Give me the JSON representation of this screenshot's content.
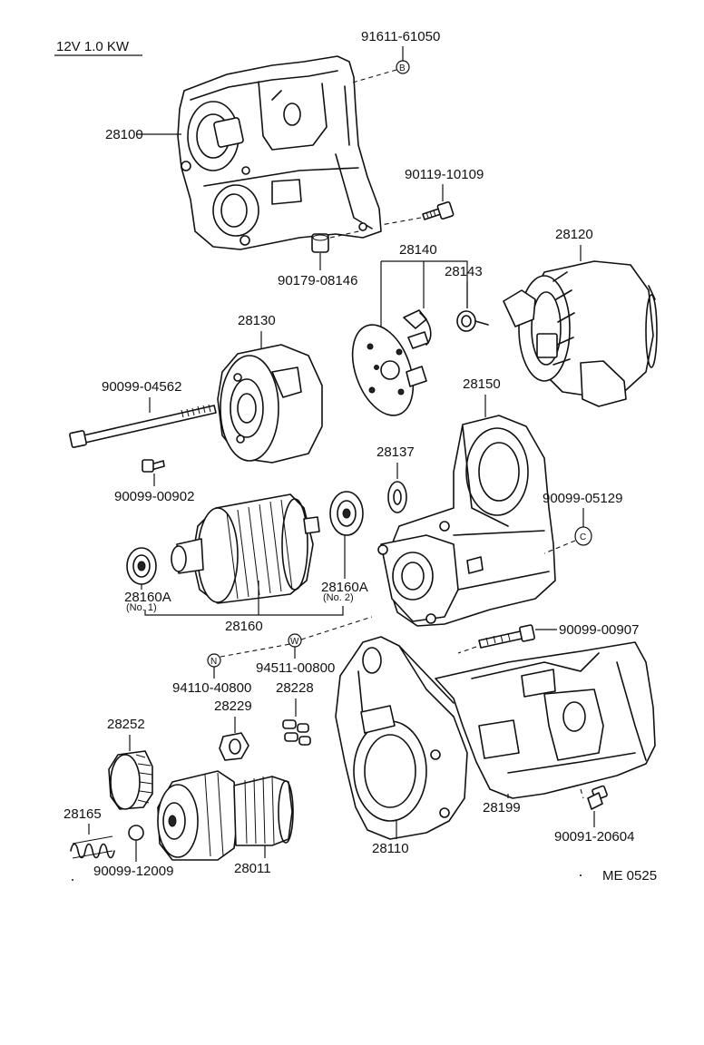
{
  "header": {
    "spec": "12V 1.0 KW"
  },
  "footer": {
    "code": "ME 0525"
  },
  "labels": {
    "p91611_61050": "91611-61050",
    "p28100": "28100",
    "p90119_10109": "90119-10109",
    "p90179_08146": "90179-08146",
    "p28140": "28140",
    "p28143": "28143",
    "p28120": "28120",
    "p28130": "28130",
    "p90099_04562": "90099-04562",
    "p90099_00902": "90099-00902",
    "p28150": "28150",
    "p28137": "28137",
    "p90099_05129": "90099-05129",
    "p28160A_1": "28160A",
    "p28160A_1_note": "(No. 1)",
    "p28160A_2": "28160A",
    "p28160A_2_note": "(No. 2)",
    "p28160": "28160",
    "p90099_00907": "90099-00907",
    "p94110_40800": "94110-40800",
    "p94511_00800": "94511-00800",
    "p28229": "28229",
    "p28228": "28228",
    "p28252": "28252",
    "p28165": "28165",
    "p90099_12009": "90099-12009",
    "p28011": "28011",
    "p28110": "28110",
    "p28199": "28199",
    "p90091_20604": "90091-20604"
  },
  "markers": {
    "B": "B",
    "C": "C",
    "N": "N",
    "W": "W"
  }
}
